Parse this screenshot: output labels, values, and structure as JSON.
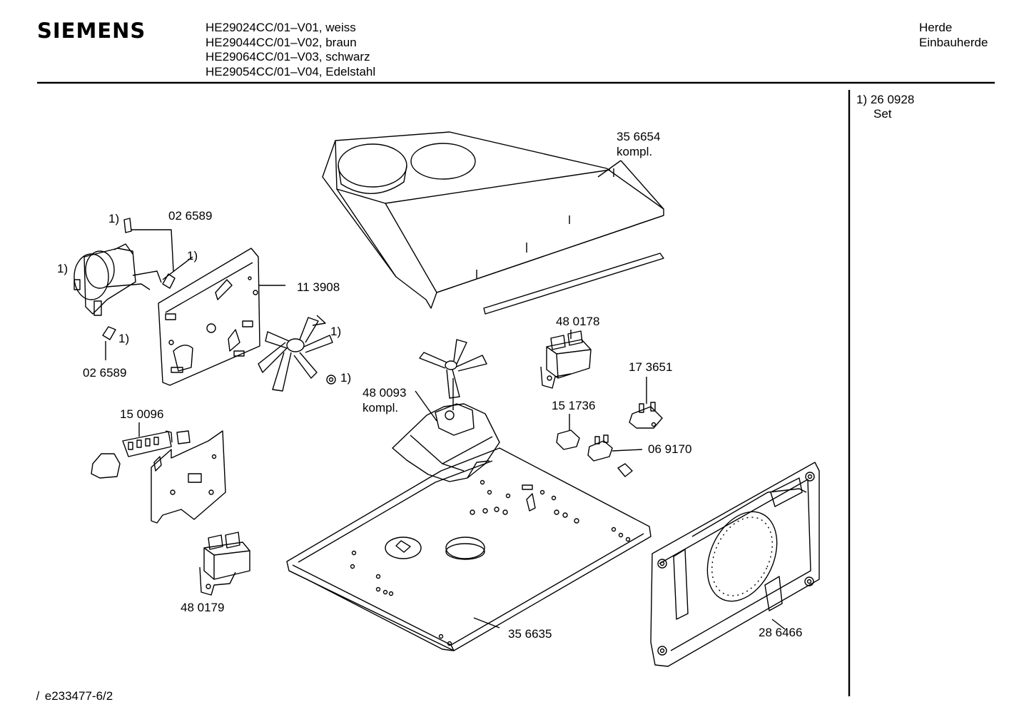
{
  "header": {
    "brand": "SIEMENS",
    "models": [
      "HE29024CC/01–V01, weiss",
      "HE29044CC/01–V02, braun",
      "HE29064CC/01–V03, schwarz",
      "HE29054CC/01–V04, Edelstahl"
    ],
    "category": [
      "Herde",
      "Einbauherde"
    ]
  },
  "side_note": {
    "line1": "1) 26 0928",
    "line2": "Set"
  },
  "callouts": {
    "hood": [
      "35 6654",
      "kompl."
    ],
    "motor_clip_top": "02 6589",
    "motor_clip_bottom": "02 6589",
    "back_plate": "11 3908",
    "fan_motor": [
      "48 0093",
      "kompl."
    ],
    "switch": "15 0096",
    "transformer_left": "48 0179",
    "transformer_right": "48 0178",
    "thermostat": "17 3651",
    "connector": "15 1736",
    "thermal_switch": "06 9170",
    "base_plate": "35 6635",
    "cover_plate": "28 6466",
    "set_marks": [
      "1)",
      "1)",
      "1)",
      "1)",
      "1)",
      "1)"
    ]
  },
  "footer": {
    "doc_id": "e233477-6/2"
  }
}
